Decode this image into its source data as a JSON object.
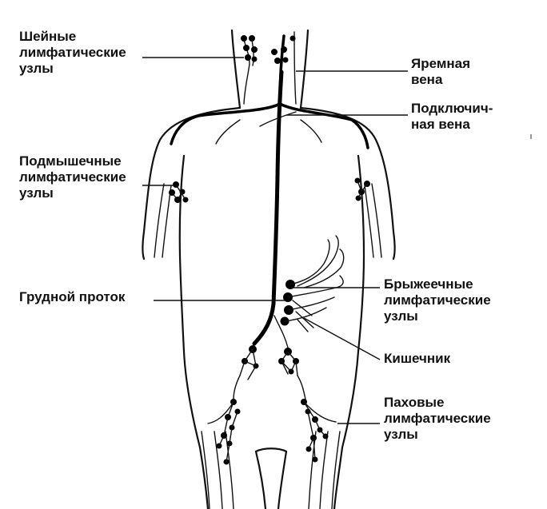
{
  "labels": {
    "neck_nodes": [
      "Шейные",
      "лимфатические",
      "узлы"
    ],
    "jugular_vein": [
      "Яремная",
      "вена"
    ],
    "subclavian_vein": [
      "Подключич-",
      "ная вена"
    ],
    "axillary_nodes": [
      "Подмышечные",
      "лимфатические",
      "узлы"
    ],
    "thoracic_duct": [
      "Грудной проток"
    ],
    "mesenteric_nodes": [
      "Брыжеечные",
      "лимфатические",
      "узлы"
    ],
    "intestine": [
      "Кишечник"
    ],
    "inguinal_nodes": [
      "Паховые",
      "лимфатические",
      "узлы"
    ]
  },
  "colors": {
    "ink": "#111111",
    "background": "#ffffff"
  }
}
